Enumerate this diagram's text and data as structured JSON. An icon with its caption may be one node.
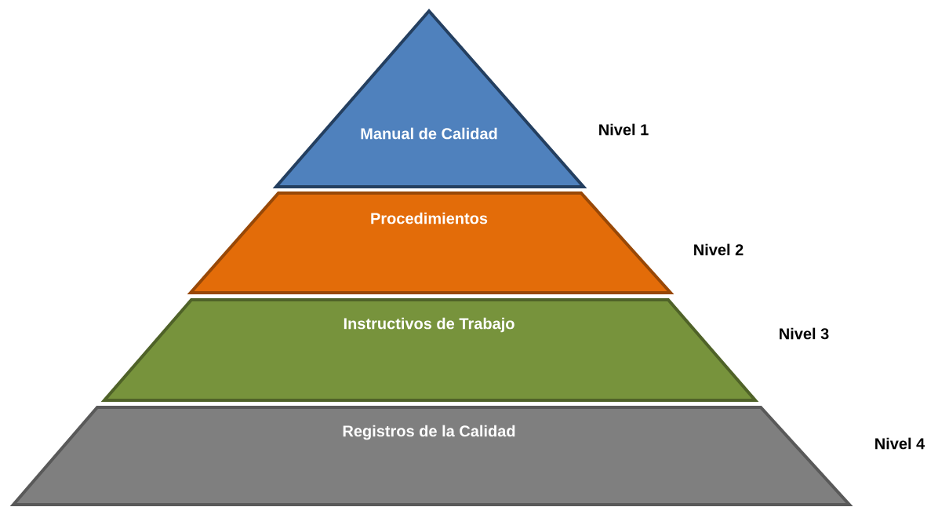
{
  "diagram": {
    "nodes": [
      {
        "text": [
          "Manual de Calidad"
        ],
        "beside": [
          "Nivel 1"
        ]
      },
      {
        "text": [
          "Procedimientos"
        ],
        "beside": [
          "Nivel 2"
        ]
      },
      {
        "text": [
          "Instructivos de Trabajo"
        ],
        "beside": [
          "Nivel 3"
        ]
      },
      {
        "text": [
          "Registros de la Calidad"
        ],
        "beside": [
          "Nivel 4"
        ]
      }
    ]
  }
}
